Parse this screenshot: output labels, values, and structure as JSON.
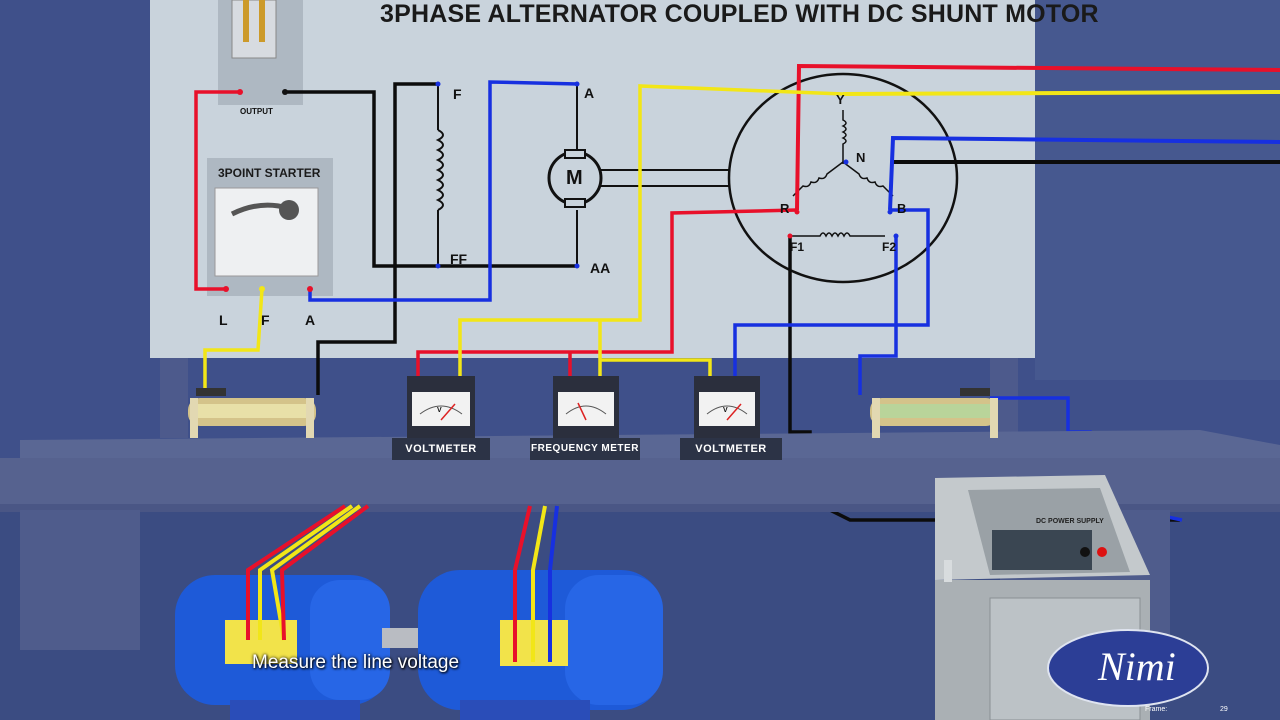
{
  "title": "3PHASE ALTERNATOR COUPLED WITH DC SHUNT MOTOR",
  "output_label": "OUTPUT",
  "starter": {
    "title": "3POINT STARTER",
    "terminals": [
      "L",
      "F",
      "A"
    ]
  },
  "motor": {
    "symbol": "M",
    "field_terminals": [
      "F",
      "FF"
    ],
    "armature_terminals": [
      "A",
      "AA"
    ]
  },
  "alternator": {
    "phases": [
      "Y",
      "R",
      "B"
    ],
    "neutral": "N",
    "field_terminals": [
      "F1",
      "F2"
    ]
  },
  "meters": [
    {
      "label": "VOLTMETER",
      "unit": "V"
    },
    {
      "label": "FREQUENCY METER",
      "unit": ""
    },
    {
      "label": "VOLTMETER",
      "unit": "V"
    }
  ],
  "power_supply_label": "DC POWER SUPPLY",
  "caption": "Measure the line voltage",
  "logo": "Nimi",
  "frame": {
    "label": "Frame:",
    "value": "29"
  },
  "colors": {
    "red": "#e8102a",
    "yellow": "#f2e617",
    "blue": "#1730e0",
    "black": "#0c0c0c",
    "panel": "#c9d3dc"
  }
}
